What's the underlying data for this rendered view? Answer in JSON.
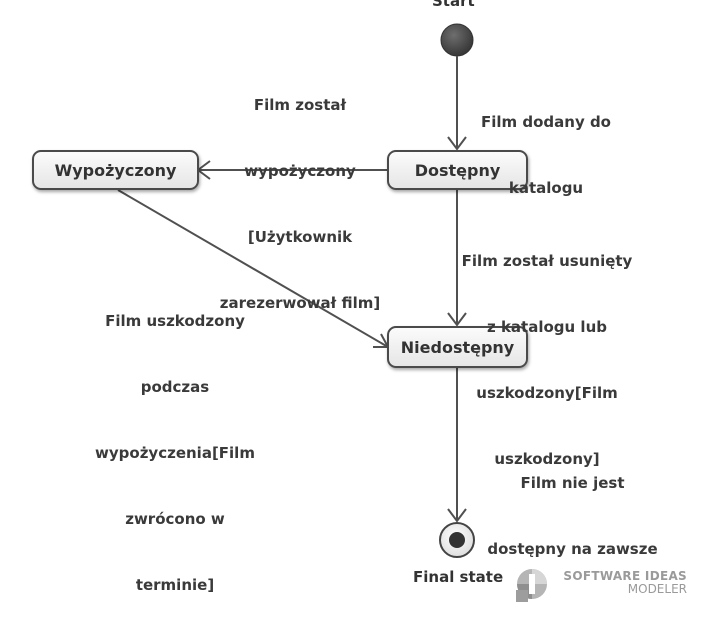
{
  "nodes": {
    "start": {
      "name": "Start"
    },
    "final": {
      "name": "Final state"
    },
    "dostepny": {
      "label": "Dostępny"
    },
    "wypozyczony": {
      "label": "Wypożyczony"
    },
    "niedostepny": {
      "label": "Niedostępny"
    }
  },
  "transitions": {
    "start_to_dostepny": [
      "Film dodany do",
      "katalogu"
    ],
    "dostepny_to_wypozyczony": [
      "Film został",
      "wypożyczony",
      "[Użytkownik",
      "zarezerwował film]"
    ],
    "dostepny_to_niedostepny": [
      "Film został usunięty",
      "z katalogu lub",
      "uszkodzony[Film",
      "uszkodzony]"
    ],
    "wypozyczony_to_niedostepny": [
      "Film uszkodzony",
      "podczas",
      "wypożyczenia[Film",
      "zwrócono w",
      "terminie]"
    ],
    "niedostepny_to_final": [
      "Film nie jest",
      "dostępny na zawsze"
    ]
  },
  "branding": {
    "line1": "SOFTWARE IDEAS",
    "line2": "MODELER"
  }
}
